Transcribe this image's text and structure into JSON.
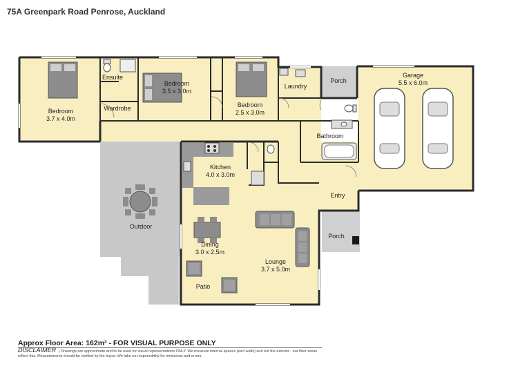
{
  "header": {
    "address": "75A Greenpark Road Penrose, Auckland"
  },
  "rooms": {
    "bedroom_main": {
      "name": "Bedroom",
      "size": "3.7 x 4.0m"
    },
    "ensuite": {
      "name": "Ensuite"
    },
    "wardrobe": {
      "name": "Wardrobe"
    },
    "bedroom_2": {
      "name": "Bedroom",
      "size": "3.5 x 3.0m"
    },
    "bedroom_3": {
      "name": "Bedroom",
      "size": "2.5 x 3.0m"
    },
    "laundry": {
      "name": "Laundry"
    },
    "porch_top": {
      "name": "Porch"
    },
    "garage": {
      "name": "Garage",
      "size": "5.5 x 6.0m"
    },
    "bathroom": {
      "name": "Bathroom"
    },
    "kitchen": {
      "name": "Kitchen",
      "size": "4.0 x 3.0m"
    },
    "outdoor": {
      "name": "Outdoor"
    },
    "entry": {
      "name": "Entry"
    },
    "porch_bottom": {
      "name": "Porch"
    },
    "dining": {
      "name": "Dining",
      "size": "3.0 x 2.5m"
    },
    "lounge": {
      "name": "Lounge",
      "size": "3.7 x 5.0m"
    },
    "patio": {
      "name": "Patio"
    }
  },
  "footer": {
    "floor_area": "Approx Floor Area: 162m² - FOR VISUAL PURPOSE ONLY",
    "disclaimer_heading": "DISCLAIMER",
    "disclaimer_text": "| Drawings are approximate and to be used for visual representations ONLY. We measure internal spaces (excl walls) and not the exterior - our floor areas reflect this. Measurements should be verified by the buyer. We take no responsibility for omissions and errors."
  },
  "colors": {
    "room_fill": "#f8eec0",
    "wall": "#2b2b2b",
    "outdoor_fill": "#c8c8c8",
    "porch_fill": "#d0d0d0",
    "furniture": "#8c8c8c"
  },
  "icons": [
    "bed-icon",
    "car-icon",
    "sofa-icon",
    "table-icon",
    "toilet-icon",
    "bath-icon",
    "sink-icon",
    "stove-icon",
    "chair-icon"
  ]
}
